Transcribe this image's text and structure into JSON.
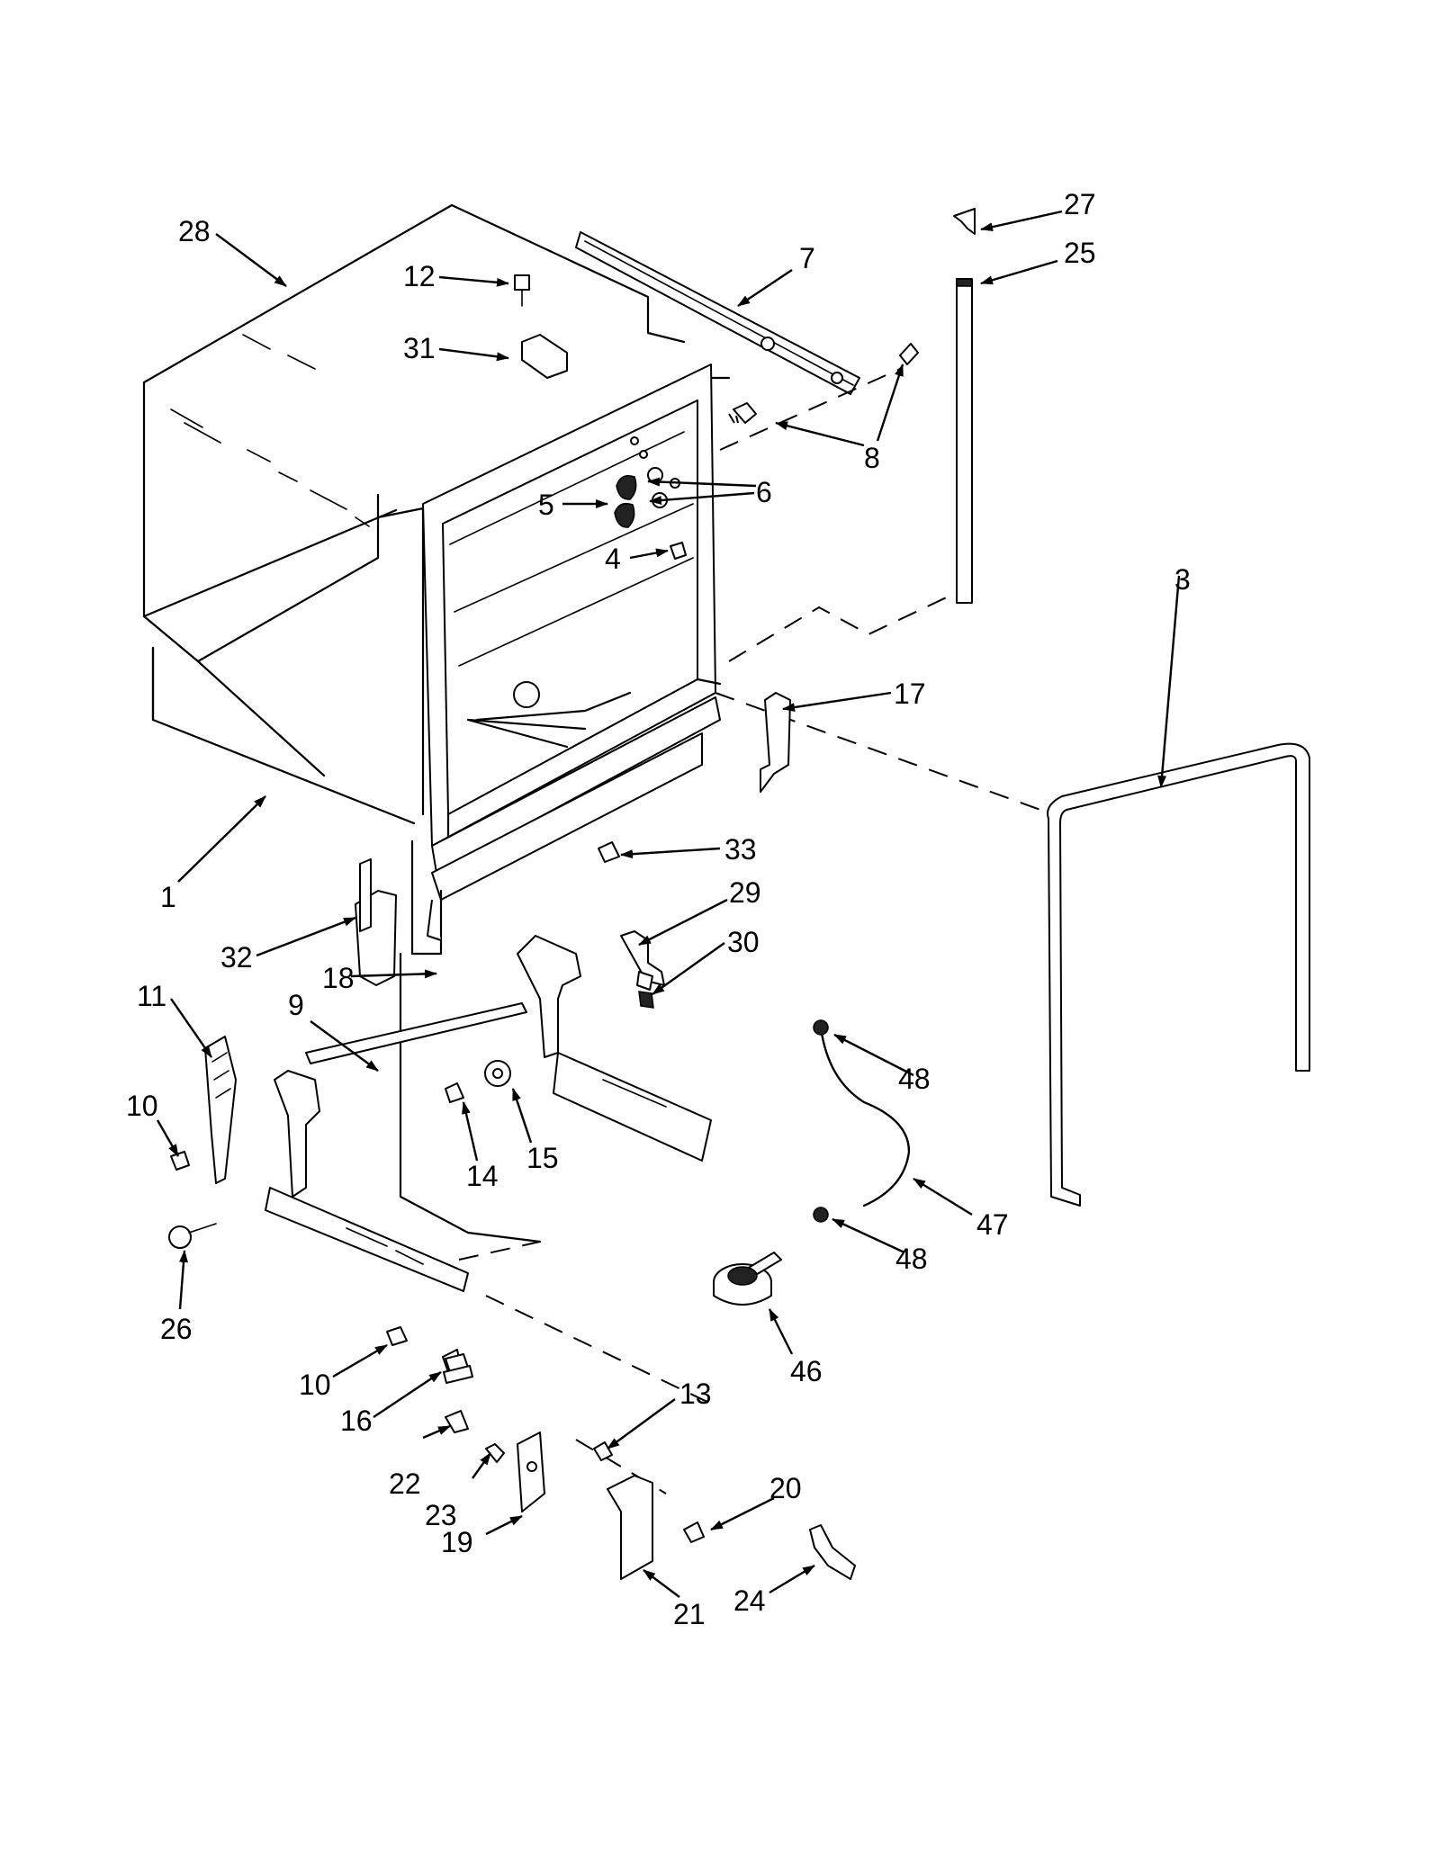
{
  "callouts": [
    {
      "id": "c1",
      "number": "1"
    },
    {
      "id": "c3",
      "number": "3"
    },
    {
      "id": "c4",
      "number": "4"
    },
    {
      "id": "c5",
      "number": "5"
    },
    {
      "id": "c6",
      "number": "6"
    },
    {
      "id": "c7",
      "number": "7"
    },
    {
      "id": "c8",
      "number": "8"
    },
    {
      "id": "c9",
      "number": "9"
    },
    {
      "id": "c10a",
      "number": "10"
    },
    {
      "id": "c10b",
      "number": "10"
    },
    {
      "id": "c11",
      "number": "11"
    },
    {
      "id": "c12",
      "number": "12"
    },
    {
      "id": "c13",
      "number": "13"
    },
    {
      "id": "c14",
      "number": "14"
    },
    {
      "id": "c15",
      "number": "15"
    },
    {
      "id": "c16",
      "number": "16"
    },
    {
      "id": "c17",
      "number": "17"
    },
    {
      "id": "c18",
      "number": "18"
    },
    {
      "id": "c19",
      "number": "19"
    },
    {
      "id": "c20",
      "number": "20"
    },
    {
      "id": "c21",
      "number": "21"
    },
    {
      "id": "c22",
      "number": "22"
    },
    {
      "id": "c23",
      "number": "23"
    },
    {
      "id": "c24",
      "number": "24"
    },
    {
      "id": "c25",
      "number": "25"
    },
    {
      "id": "c26",
      "number": "26"
    },
    {
      "id": "c27",
      "number": "27"
    },
    {
      "id": "c28",
      "number": "28"
    },
    {
      "id": "c29",
      "number": "29"
    },
    {
      "id": "c30",
      "number": "30"
    },
    {
      "id": "c31",
      "number": "31"
    },
    {
      "id": "c32",
      "number": "32"
    },
    {
      "id": "c33",
      "number": "33"
    },
    {
      "id": "c46",
      "number": "46"
    },
    {
      "id": "c47",
      "number": "47"
    },
    {
      "id": "c48a",
      "number": "48"
    },
    {
      "id": "c48b",
      "number": "48"
    }
  ]
}
